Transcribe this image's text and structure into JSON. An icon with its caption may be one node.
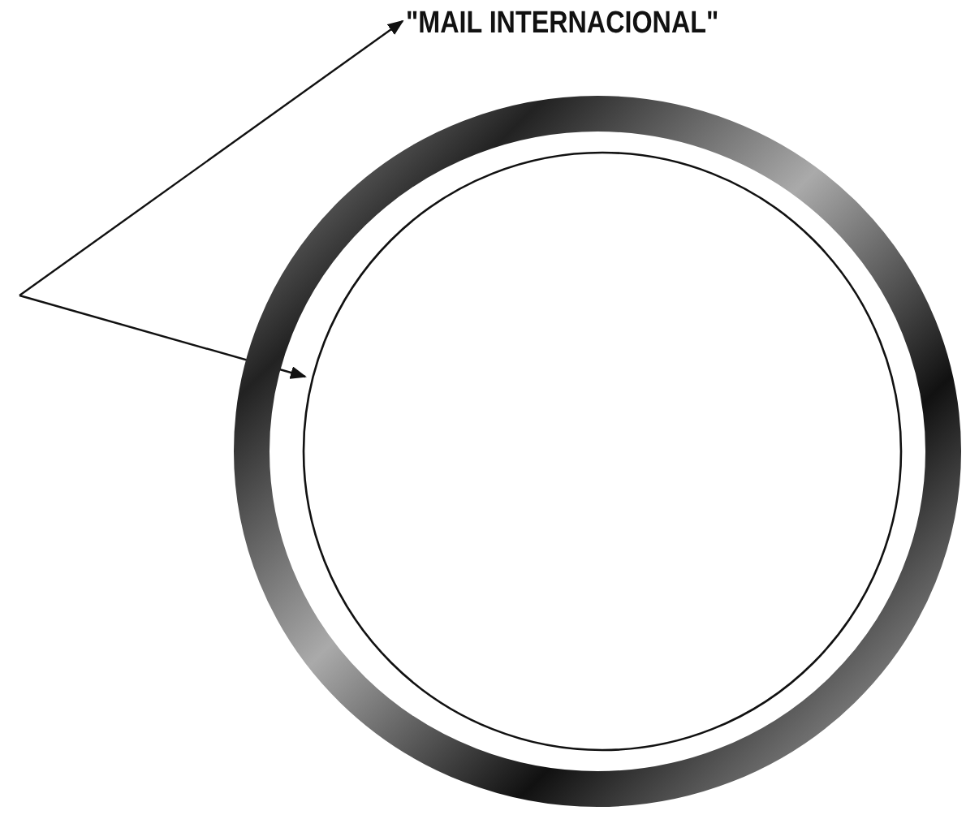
{
  "diagram": {
    "nodes": [
      {
        "text": [
          "\"MAIL INTERNACIONAL\""
        ]
      },
      {
        "text": [],
        "shape": "circle"
      },
      {
        "text": [],
        "shape": "circle",
        "in": 1
      }
    ],
    "edges": [
      {
        "from": null,
        "to": 0,
        "arrow": "to"
      },
      {
        "from": null,
        "to": 2,
        "arrow": "to"
      }
    ]
  }
}
